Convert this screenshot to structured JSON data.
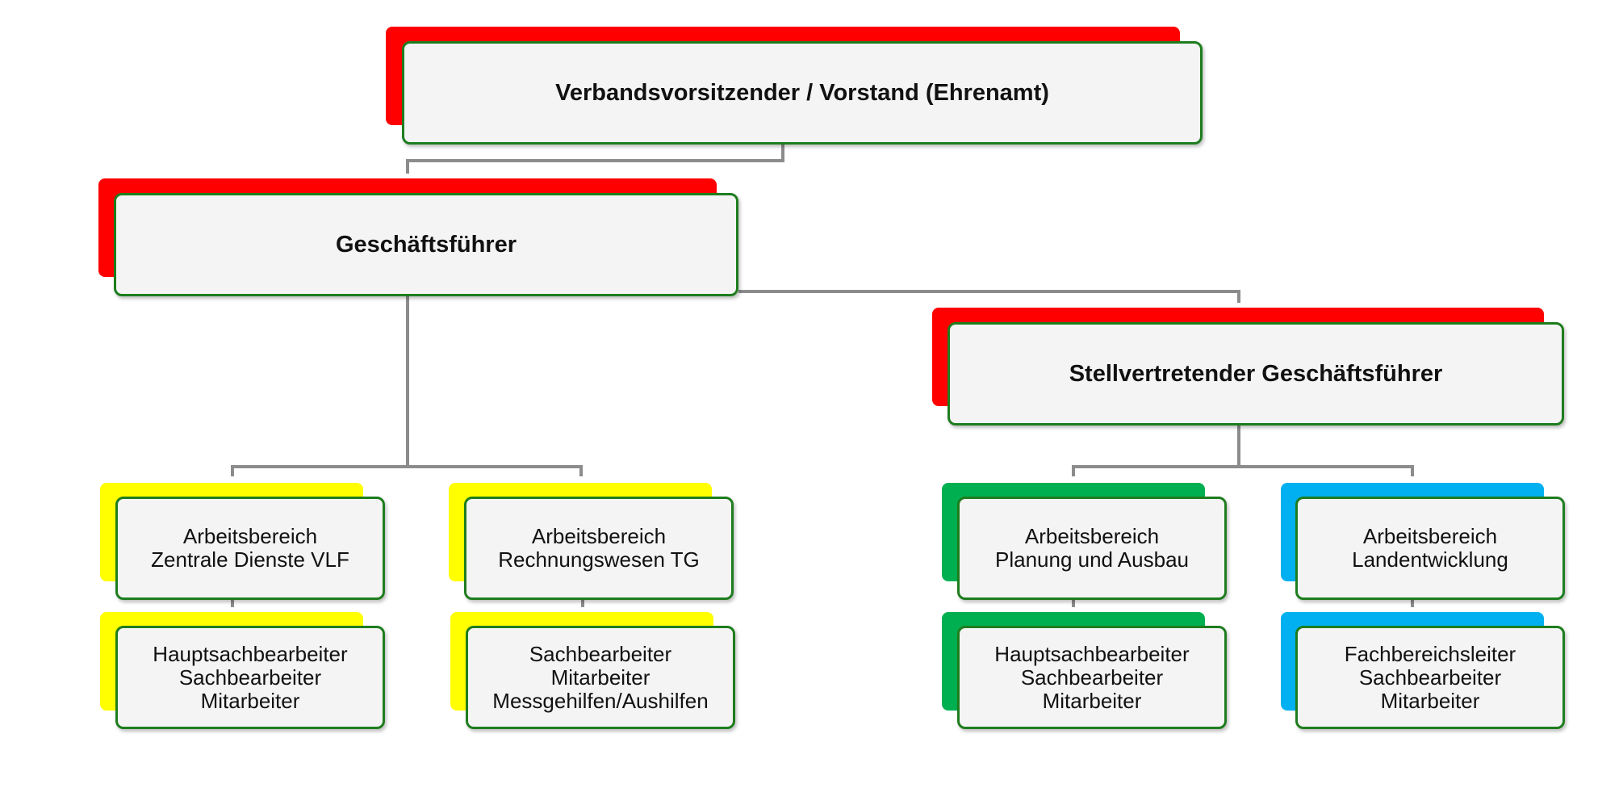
{
  "colors": {
    "red": "#ff0000",
    "yellow": "#ffff00",
    "green": "#00b050",
    "blue": "#00b0f0",
    "border": "#1e7d1e",
    "connector": "#8c8c8c"
  },
  "nodes": {
    "vorstand": {
      "accent": "red",
      "lines": [
        "Verbandsvorsitzender / Vorstand (Ehrenamt)"
      ]
    },
    "geschaeftsfuehrer": {
      "accent": "red",
      "lines": [
        "Geschäftsführer"
      ]
    },
    "stellvertreter": {
      "accent": "red",
      "lines": [
        "Stellvertretender Geschäftsführer"
      ]
    },
    "zentrale_dienste": {
      "accent": "yellow",
      "lines": [
        "Arbeitsbereich",
        "Zentrale Dienste VLF"
      ]
    },
    "zentrale_dienste_staff": {
      "accent": "yellow",
      "lines": [
        "Hauptsachbearbeiter",
        "Sachbearbeiter",
        "Mitarbeiter"
      ]
    },
    "rechnungswesen": {
      "accent": "yellow",
      "lines": [
        "Arbeitsbereich",
        "Rechnungswesen TG"
      ]
    },
    "rechnungswesen_staff": {
      "accent": "yellow",
      "lines": [
        "Sachbearbeiter",
        "Mitarbeiter",
        "Messgehilfen/Aushilfen"
      ]
    },
    "planung": {
      "accent": "green",
      "lines": [
        "Arbeitsbereich",
        "Planung und Ausbau"
      ]
    },
    "planung_staff": {
      "accent": "green",
      "lines": [
        "Hauptsachbearbeiter",
        "Sachbearbeiter",
        "Mitarbeiter"
      ]
    },
    "landentwicklung": {
      "accent": "blue",
      "lines": [
        "Arbeitsbereich",
        "Landentwicklung"
      ]
    },
    "landentwicklung_staff": {
      "accent": "blue",
      "lines": [
        "Fachbereichsleiter",
        "Sachbearbeiter",
        "Mitarbeiter"
      ]
    }
  }
}
